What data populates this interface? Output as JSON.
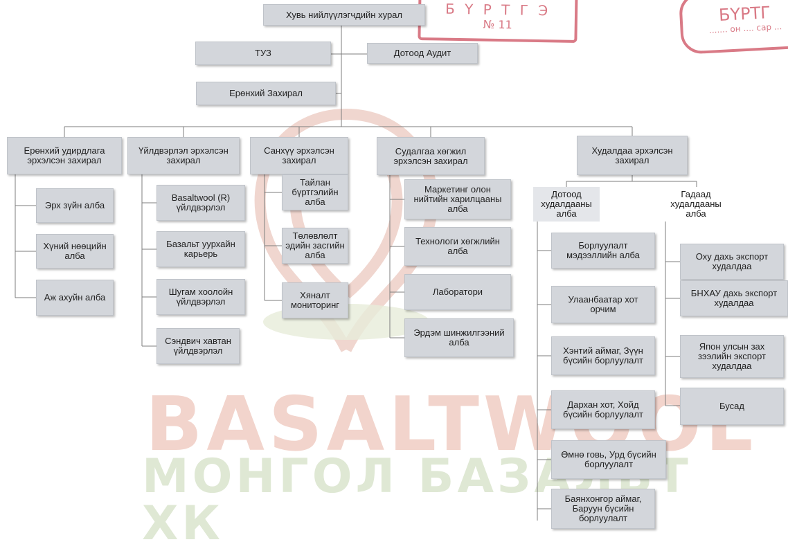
{
  "watermark": {
    "brand": "BASALTWOOL",
    "sub": "МОНГОЛ БАЗАЛЬТ ХК"
  },
  "stamps": [
    {
      "line1": "Б Ү Р Т Г Э",
      "line2": "№ 11"
    },
    {
      "line1": "БҮРТГ",
      "line2": "....... он .... сар ..."
    }
  ],
  "colors": {
    "box_fill": "#d3d6db",
    "line": "#7d7d7d",
    "stamp": "#d97a86"
  },
  "org": {
    "shareholders": "Хувь нийлүүлэгчдийн хурал",
    "board": "ТУЗ",
    "audit": "Дотоод Аудит",
    "ceo": "Ерөнхий Захирал",
    "general": {
      "title": "Ерөнхий удирдлага эрхэлсэн захирал",
      "units": [
        "Эрх зүйн алба",
        "Хүний нөөцийн алба",
        "Аж ахуйн алба"
      ]
    },
    "production": {
      "title": "Үйлдвэрлэл эрхэлсэн захирал",
      "units": [
        "Basaltwool (R) үйлдвэрлэл",
        "Базальт уурхайн карьерь",
        "Шугам хоолойн үйлдвэрлэл",
        "Сэндвич хавтан үйлдвэрлэл"
      ]
    },
    "finance": {
      "title": "Санхүү эрхэлсэн захирал",
      "units": [
        "Тайлан бүртгэлийн алба",
        "Төлөвлөлт эдийн засгийн алба",
        "Хяналт мониторинг"
      ]
    },
    "research": {
      "title": "Судалгаа хөгжил эрхэлсэн захирал",
      "units": [
        "Маркетинг олон нийтийн харилцааны алба",
        "Технологи хөгжлийн алба",
        "Лаборатори",
        "Эрдэм шинжилгээний алба"
      ]
    },
    "sales": {
      "title": "Худалдаа эрхэлсэн захирал",
      "domestic": {
        "title": "Дотоод худалдааны алба",
        "units": [
          "Борлуулалт мэдээллийн алба",
          "Улаанбаатар хот орчим",
          "Хэнтий аймаг, Зүүн бүсийн борлуулалт",
          "Дархан хот, Хойд бүсийн борлуулалт",
          "Өмнө говь, Урд бүсийн борлуулалт",
          "Баянхонгор аймаг, Баруун бүсийн борлуулалт"
        ]
      },
      "foreign": {
        "title": "Гадаад худалдааны алба",
        "units": [
          "Оху дахь экспорт худалдаа",
          "БНХАУ дахь экспорт худалдаа",
          "Япон улсын зах зээлийн экспорт худалдаа",
          "Бусад"
        ]
      }
    }
  }
}
